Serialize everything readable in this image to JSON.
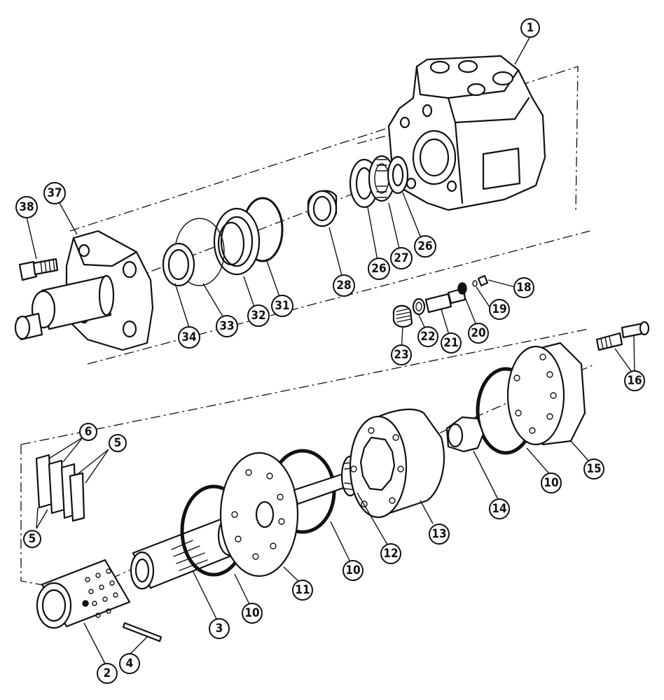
{
  "callouts": [
    {
      "id": "c1",
      "label": "1"
    },
    {
      "id": "c38",
      "label": "38"
    },
    {
      "id": "c37",
      "label": "37"
    },
    {
      "id": "c34",
      "label": "34"
    },
    {
      "id": "c33",
      "label": "33"
    },
    {
      "id": "c32",
      "label": "32"
    },
    {
      "id": "c31",
      "label": "31"
    },
    {
      "id": "c28",
      "label": "28"
    },
    {
      "id": "c26a",
      "label": "26"
    },
    {
      "id": "c27",
      "label": "27"
    },
    {
      "id": "c26b",
      "label": "26"
    },
    {
      "id": "c18",
      "label": "18"
    },
    {
      "id": "c19",
      "label": "19"
    },
    {
      "id": "c20",
      "label": "20"
    },
    {
      "id": "c21",
      "label": "21"
    },
    {
      "id": "c22",
      "label": "22"
    },
    {
      "id": "c23",
      "label": "23"
    },
    {
      "id": "c16",
      "label": "16"
    },
    {
      "id": "c6",
      "label": "6"
    },
    {
      "id": "c5a",
      "label": "5"
    },
    {
      "id": "c5b",
      "label": "5"
    },
    {
      "id": "c15",
      "label": "15"
    },
    {
      "id": "c10a",
      "label": "10"
    },
    {
      "id": "c14",
      "label": "14"
    },
    {
      "id": "c13",
      "label": "13"
    },
    {
      "id": "c12",
      "label": "12"
    },
    {
      "id": "c10b",
      "label": "10"
    },
    {
      "id": "c11",
      "label": "11"
    },
    {
      "id": "c10c",
      "label": "10"
    },
    {
      "id": "c3",
      "label": "3"
    },
    {
      "id": "c2",
      "label": "2"
    },
    {
      "id": "c4",
      "label": "4"
    }
  ]
}
